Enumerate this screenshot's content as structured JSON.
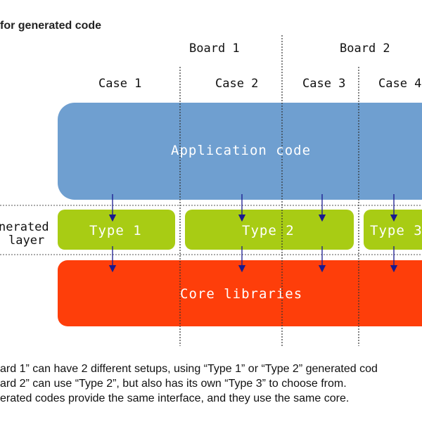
{
  "title": "for generated code",
  "boards": [
    "Board 1",
    "Board 2"
  ],
  "cases": [
    "Case 1",
    "Case 2",
    "Case 3",
    "Case 4"
  ],
  "layers": {
    "application": "Application code",
    "generated_label_line1": "nerated",
    "generated_label_line2": "layer",
    "core": "Core libraries"
  },
  "types": [
    "Type 1",
    "Type 2",
    "Type 3"
  ],
  "colors": {
    "application": "#6f9fd0",
    "generated": "#a8cc14",
    "core": "#fe3e0a",
    "arrow": "#1a1a8e"
  },
  "notes": [
    "ard 1” can have 2 different setups, using “Type 1” or “Type 2” generated cod",
    "ard 2” can use “Type 2”, but also has its own “Type 3” to choose from.",
    "erated codes provide the same interface, and they use the same core."
  ]
}
